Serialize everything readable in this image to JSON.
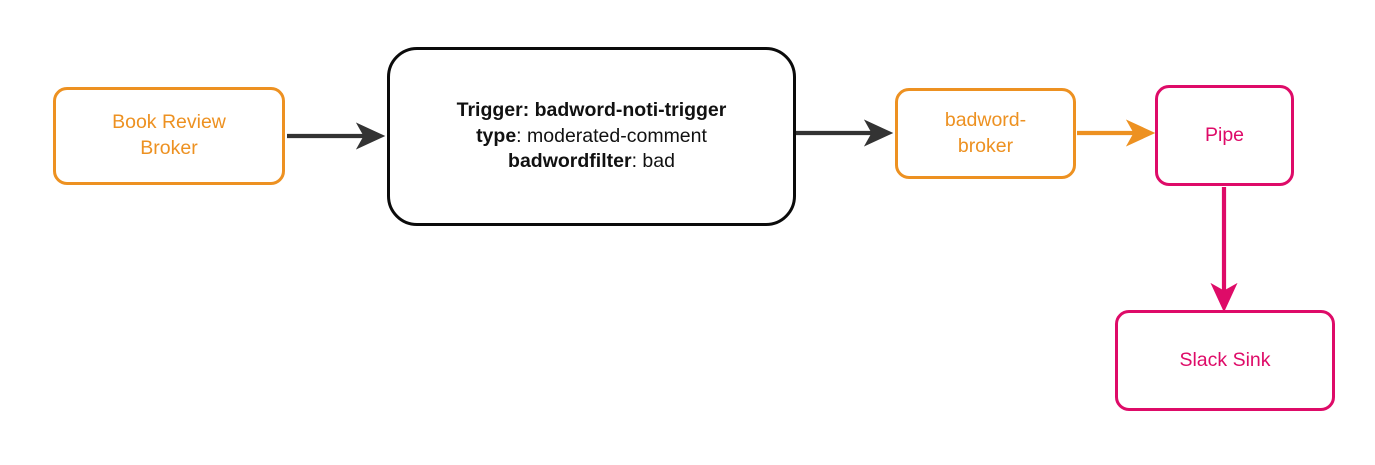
{
  "diagram": {
    "type": "flow-diagram",
    "background_color": "#ffffff",
    "colors": {
      "broker_orange": "#ED9121",
      "trigger_black": "#0b0b0b",
      "sink_magenta": "#DE0B68",
      "edge_dark": "#333333"
    },
    "nodes": [
      {
        "id": "book-review-broker",
        "label": "Book Review\nBroker",
        "shape": "rounded-rect",
        "style": "broker",
        "color": "#ED9121"
      },
      {
        "id": "badword-noti-trigger",
        "label": "Trigger: badword-noti-trigger\ntype: moderated-comment\nbadwordfilter: bad",
        "shape": "rounded-rect",
        "style": "trigger",
        "color": "#0b0b0b",
        "lines": [
          {
            "key": "Trigger:",
            "value": "badword-noti-trigger",
            "value_bold": true
          },
          {
            "key": "type",
            "value": ": moderated-comment",
            "value_bold": false
          },
          {
            "key": "badwordfilter",
            "value": ": bad",
            "value_bold": false
          }
        ]
      },
      {
        "id": "badword-broker",
        "label": "badword-\nbroker",
        "shape": "rounded-rect",
        "style": "broker",
        "color": "#ED9121"
      },
      {
        "id": "pipe",
        "label": "Pipe",
        "shape": "rounded-rect",
        "style": "pipe",
        "color": "#DE0B68"
      },
      {
        "id": "slack-sink",
        "label": "Slack Sink",
        "shape": "rounded-rect",
        "style": "pipe",
        "color": "#DE0B68"
      }
    ],
    "edges": [
      {
        "from": "book-review-broker",
        "to": "badword-noti-trigger",
        "color": "#333333",
        "direction": "right"
      },
      {
        "from": "badword-noti-trigger",
        "to": "badword-broker",
        "color": "#333333",
        "direction": "right"
      },
      {
        "from": "badword-broker",
        "to": "pipe",
        "color": "#ED9121",
        "direction": "right"
      },
      {
        "from": "pipe",
        "to": "slack-sink",
        "color": "#DE0B68",
        "direction": "down"
      }
    ]
  }
}
